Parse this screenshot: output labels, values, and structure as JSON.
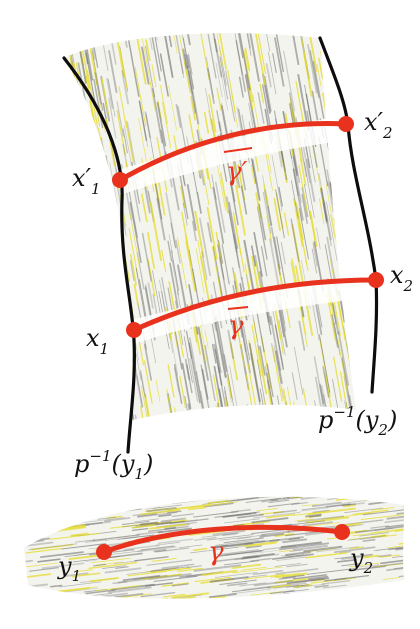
{
  "labels": {
    "x1_prime": "x′",
    "x1_prime_sub": "1",
    "x2_prime": "x′",
    "x2_prime_sub": "2",
    "x1": "x",
    "x1_sub": "1",
    "x2": "x",
    "x2_sub": "2",
    "gamma_bar_prime": "γ′",
    "gamma_bar": "γ",
    "fiber_y1_p": "p",
    "fiber_y1_exp": "−1",
    "fiber_y1_arg": "(y",
    "fiber_y1_sub": "1",
    "fiber_y1_close": ")",
    "fiber_y2_p": "p",
    "fiber_y2_exp": "−1",
    "fiber_y2_arg": "(y",
    "fiber_y2_sub": "2",
    "fiber_y2_close": ")",
    "y1": "y",
    "y1_sub": "1",
    "y2": "y",
    "y2_sub": "2",
    "gamma": "γ"
  },
  "colors": {
    "path_red": "#e8321e",
    "label_black": "#111111",
    "fiber_line": "#0d0d0d",
    "shade_gray": "#6f6f6f",
    "shade_yellow": "#e6dc2e"
  }
}
